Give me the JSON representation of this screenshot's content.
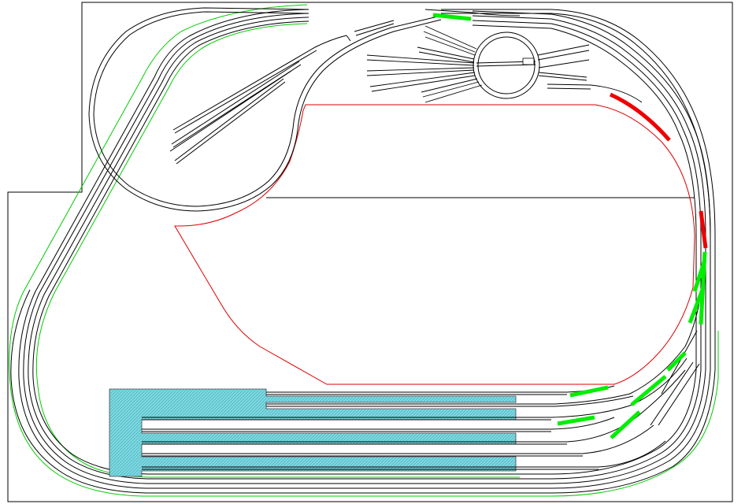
{
  "diagram": {
    "kind": "model railway track plan",
    "colors": {
      "track": "#000000",
      "outer_line": "#00cc00",
      "highlight_switch": "#00ee00",
      "highlight_warning": "#ee0000",
      "scenery_boundary": "#dd0000",
      "platform_fill": "#7fd8e0",
      "background": "#ffffff"
    },
    "components": [
      "benchwork-outline",
      "mainline-loop",
      "helix-return-loop",
      "turntable",
      "engine-shed-stalls",
      "fiddle-yard-sidings",
      "station-platforms",
      "scenery-boundary"
    ]
  }
}
